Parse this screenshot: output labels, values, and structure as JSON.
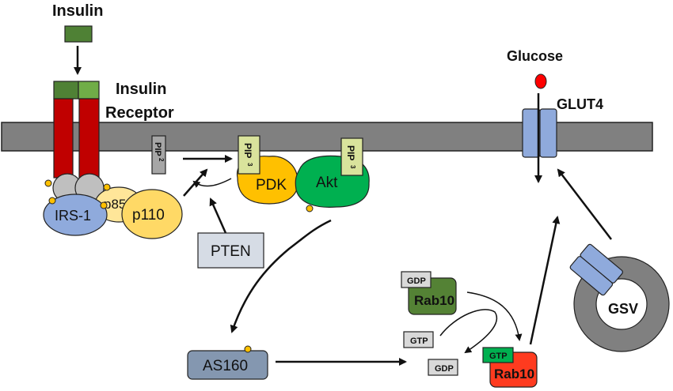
{
  "title": "Insulin signaling pathway leading to GLUT4 translocation",
  "labels": {
    "insulin": "Insulin",
    "insulin_receptor_line1": "Insulin",
    "insulin_receptor_line2": "Receptor",
    "glucose": "Glucose",
    "glut4": "GLUT4",
    "irs1": "IRS-1",
    "p85": "p85",
    "p110": "p110",
    "pip2": "PIP",
    "pip2_sub": "2",
    "pip3": "PIP",
    "pip3_sub": "3",
    "pdk": "PDK",
    "akt": "Akt",
    "pten": "PTEN",
    "as160": "AS160",
    "gdp_bound": "GDP",
    "rab10_inactive": "Rab10",
    "gtp_free": "GTP",
    "gdp_free": "GDP",
    "gtp_bound": "GTP",
    "rab10_active": "Rab10",
    "gsv": "GSV"
  },
  "colors": {
    "membrane": "#808080",
    "insulin": "#4f8135",
    "receptor_alpha_left": "#4f8135",
    "receptor_alpha_right": "#70ad47",
    "receptor_beta": "#c00000",
    "receptor_intracellular": "#bfbfbf",
    "phosphate": "#ffc000",
    "irs1": "#8faadc",
    "p85": "#ffe699",
    "p110": "#ffd966",
    "pip2": "#a6a6a6",
    "pip3": "#d9e39c",
    "pdk": "#ffc000",
    "akt": "#00b050",
    "pten": "#d6dce5",
    "as160": "#8497b0",
    "rab10_gdp": "#548235",
    "rab10_gtp": "#ff3b1f",
    "gtp_bound_tag": "#00b050",
    "nucleotide_free": "#d9d9d9",
    "glut4": "#8faadc",
    "glucose": "#ff0000",
    "gsv": "#808080"
  }
}
